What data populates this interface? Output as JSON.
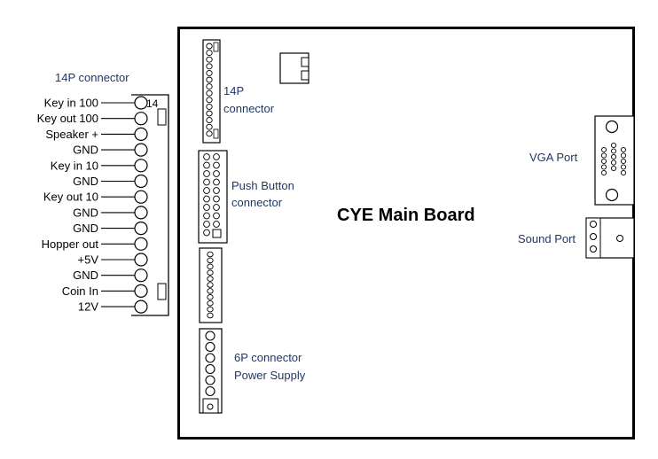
{
  "title": "CYE Main Board",
  "colors": {
    "label": "#1f3864",
    "ink": "#000000",
    "background": "#ffffff"
  },
  "left_connector": {
    "heading": "14P connector",
    "first_pin_number": "14",
    "pins": [
      "Key in 100",
      "Key out 100",
      "Speaker +",
      "GND",
      "Key in 10",
      "GND",
      "Key out 10",
      "GND",
      "GND",
      "Hopper out",
      "+5V",
      "GND",
      "Coin In",
      "12V"
    ]
  },
  "board": {
    "connector_14p_label": [
      "14P",
      "connector"
    ],
    "push_button_label": [
      "Push Button",
      "connector"
    ],
    "power_label": [
      "6P connector",
      "Power Supply"
    ],
    "vga_label": "VGA Port",
    "sound_label": "Sound Port"
  }
}
